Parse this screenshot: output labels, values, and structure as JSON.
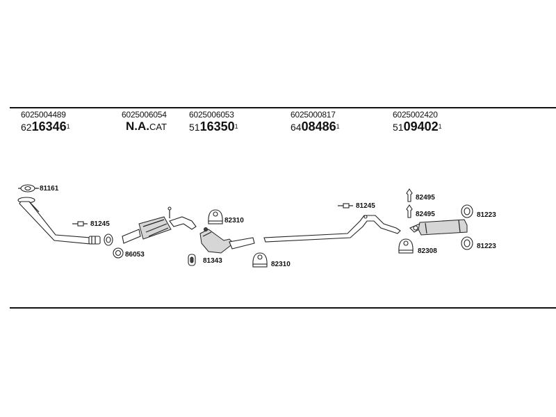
{
  "headers": [
    {
      "oem": "6025004489",
      "prefix": "62",
      "bold": "16346",
      "sup": "1"
    },
    {
      "oem": "6025006054",
      "na_bold": "N.A.",
      "na_rest": "CAT"
    },
    {
      "oem": "6025006053",
      "prefix": "51",
      "bold": "16350",
      "sup": "1"
    },
    {
      "oem": "6025000817",
      "prefix": "64",
      "bold": "08486",
      "sup": "1"
    },
    {
      "oem": "6025002420",
      "prefix": "51",
      "bold": "09402",
      "sup": "1"
    }
  ],
  "parts": {
    "gasket_front": "81161",
    "clamp_front": "81245",
    "ring": "86053",
    "hanger_a": "82310",
    "mount": "81343",
    "hanger_b": "82310",
    "clamp_mid": "81245",
    "bolt_top": "82495",
    "bolt_bottom": "82495",
    "hanger_rear": "82308",
    "rubber_top": "81223",
    "rubber_bottom": "81223"
  }
}
